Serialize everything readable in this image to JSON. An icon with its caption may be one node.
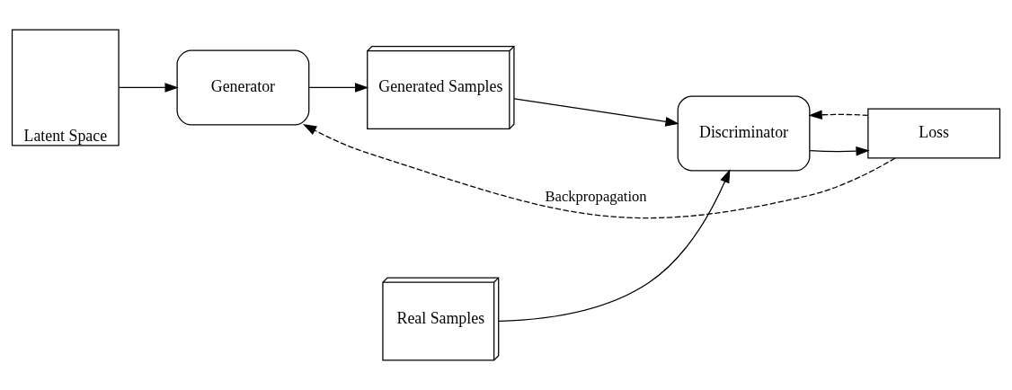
{
  "diagram": {
    "nodes": [
      {
        "text": [
          "Latent Space"
        ]
      },
      {
        "text": [
          "Generator"
        ]
      },
      {
        "text": [
          "Generated Samples"
        ]
      },
      {
        "text": [
          "Real Samples"
        ]
      },
      {
        "text": [
          "Discriminator"
        ]
      },
      {
        "text": [
          "Loss"
        ]
      }
    ],
    "edges": [
      {
        "from": 0,
        "to": 1,
        "arrow": "to"
      },
      {
        "from": 1,
        "to": 2,
        "arrow": "to"
      },
      {
        "from": 2,
        "to": 4,
        "arrow": "to"
      },
      {
        "from": 3,
        "to": 4,
        "arrow": "to"
      },
      {
        "from": 4,
        "to": 5,
        "arrow": "to"
      },
      {
        "from": 5,
        "to": 1,
        "arrow": "to",
        "style": "dashed",
        "label": "Backpropagation"
      },
      {
        "from": 5,
        "to": 4,
        "arrow": "to",
        "style": "dashed"
      }
    ]
  }
}
